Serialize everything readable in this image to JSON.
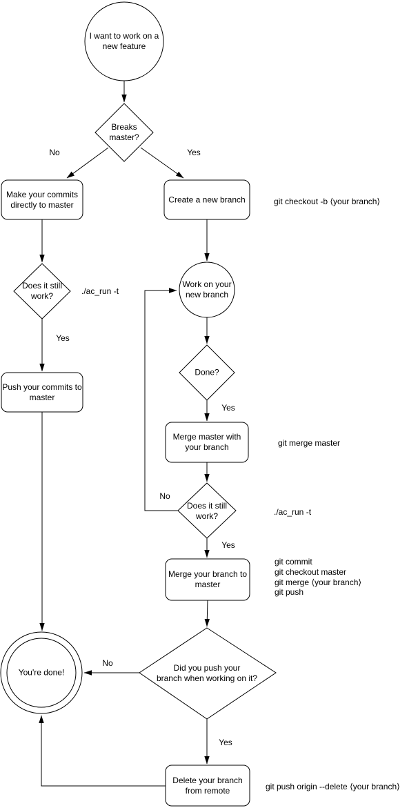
{
  "nodes": {
    "start": {
      "label": "I want to work on a\nnew feature"
    },
    "breaks_master": {
      "label": "Breaks\nmaster?"
    },
    "commit_master": {
      "label": "Make your commits\ndirectly to master"
    },
    "create_branch": {
      "label": "Create a new branch"
    },
    "does_it_work_1": {
      "label": "Does it still\nwork?"
    },
    "push_commits": {
      "label": "Push your commits to\nmaster"
    },
    "work_branch": {
      "label": "Work on your\nnew branch"
    },
    "done_q": {
      "label": "Done?"
    },
    "merge_master": {
      "label": "Merge master with\nyour branch"
    },
    "does_it_work_2": {
      "label": "Does it still\nwork?"
    },
    "merge_branch": {
      "label": "Merge your branch to\nmaster"
    },
    "did_push": {
      "label": "Did you push your\nbranch when working on it?"
    },
    "youre_done": {
      "label": "You're done!"
    },
    "delete_remote": {
      "label": "Delete your branch\nfrom remote"
    }
  },
  "edge_labels": {
    "breaks_no": "No",
    "breaks_yes": "Yes",
    "work1_yes": "Yes",
    "done_yes": "Yes",
    "work2_no": "No",
    "work2_yes": "Yes",
    "push_no": "No",
    "push_yes": "Yes"
  },
  "annotations": {
    "checkout_cmd": "git checkout -b ⟨your branch⟩",
    "ac_run_1": "./ac_run -t",
    "merge_master_cmd": "git merge master",
    "ac_run_2": "./ac_run -t",
    "merge_cmds": [
      "git commit",
      "git checkout master",
      "git merge ⟨your branch⟩",
      "git push"
    ],
    "delete_cmd": "git push origin --delete ⟨your branch⟩"
  },
  "colors": {
    "stroke": "#000000",
    "background": "#ffffff",
    "text": "#000000"
  }
}
